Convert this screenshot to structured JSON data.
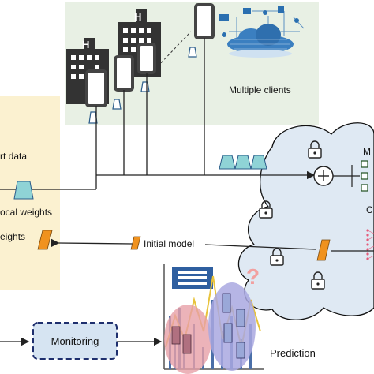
{
  "labels": {
    "multiple_clients": "Multiple clients",
    "local_data_partial": "rt data",
    "local_weights_partial": "ocal weights",
    "weights_partial": "eights",
    "initial_model": "Initial model",
    "monitoring": "Monitoring",
    "prediction": "Prediction",
    "server_partial_top": "M",
    "server_partial_mid": "C"
  },
  "icons": [
    "hospital-icon",
    "smartphone-icon",
    "cloud-network-icon",
    "weights-trapezoid-icon",
    "lock-icon",
    "aggregation-plus-icon",
    "model-parallelogram-icon",
    "question-mark-icon"
  ],
  "colors": {
    "clients_panel": "#e8f0e4",
    "local_panel": "#fbf1d0",
    "server_cloud": "#dfe9f3",
    "weights_fill": "#8fd3d6",
    "model_fill": "#f0921e",
    "monitoring_fill": "#d6e4f2",
    "ellipse_red": "#e7a0a8",
    "ellipse_blue": "#a9a8e0",
    "question": "#f2a0a0"
  }
}
